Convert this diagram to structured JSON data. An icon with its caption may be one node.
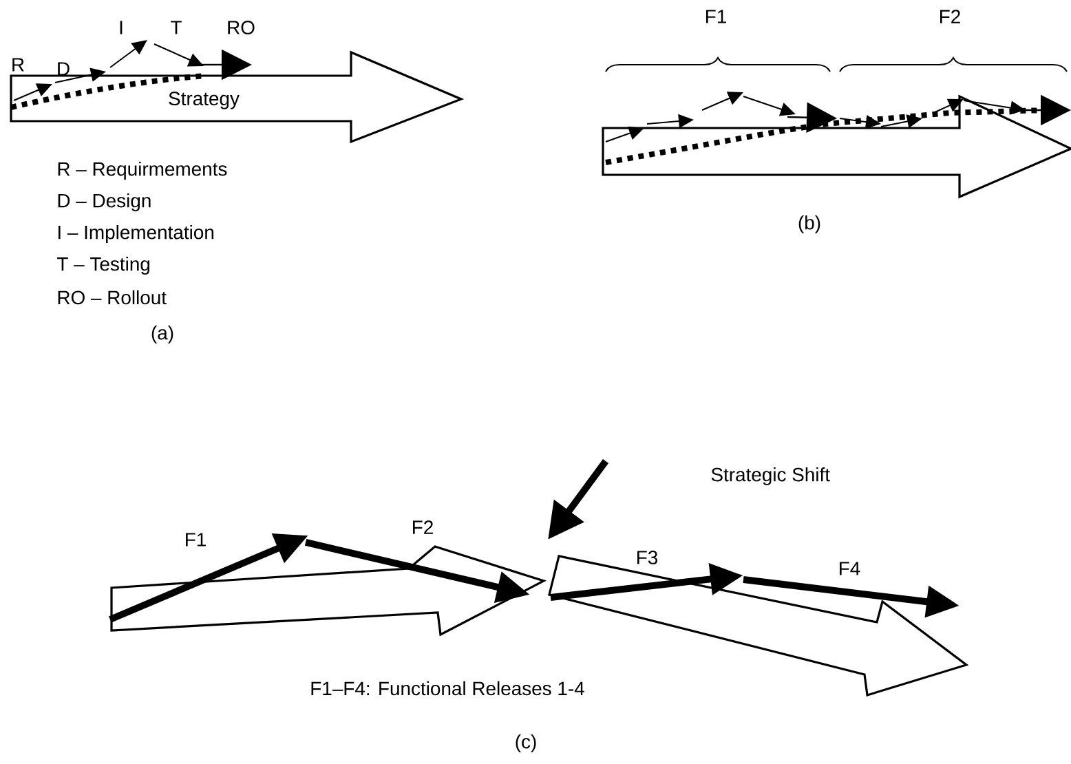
{
  "diagram": {
    "nodes": [
      {
        "text": [
          "Strategy"
        ]
      },
      {
        "text": [],
        "shape": "arrow"
      },
      {
        "text": [],
        "shape": "arrow"
      },
      {
        "text": [],
        "shape": "arrow"
      }
    ],
    "labels": [
      "R",
      "D",
      "I",
      "T",
      "RO",
      "R – Requirmements",
      "D – Design",
      "I – Implementation",
      "T – Testing",
      "RO – Rollout",
      "(a)",
      "F1",
      "F2",
      "(b)",
      "Strategic Shift",
      "F1",
      "F2",
      "F3",
      "F4",
      "F1–F4: Functional Releases 1-4",
      "(c)"
    ]
  }
}
